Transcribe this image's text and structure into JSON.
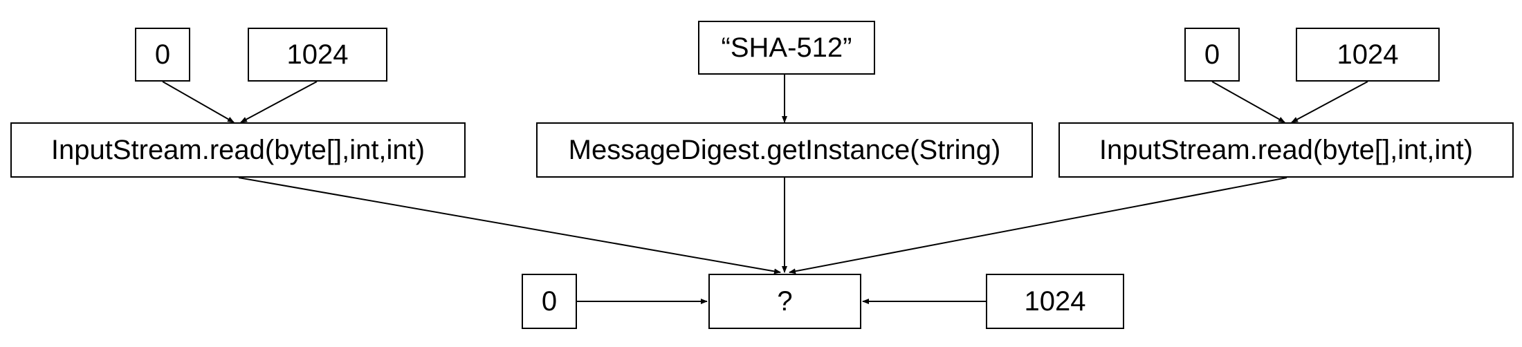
{
  "nodes": {
    "left_arg0": "0",
    "left_arg1": "1024",
    "left_read": "InputStream.read(byte[],int,int)",
    "algorithm_literal": "“SHA-512”",
    "get_instance": "MessageDigest.getInstance(String)",
    "right_arg0": "0",
    "right_arg1": "1024",
    "right_read": "InputStream.read(byte[],int,int)",
    "target_arg0": "0",
    "target": "?",
    "target_arg1": "1024"
  },
  "colors": {
    "stroke": "#000000",
    "fill": "#ffffff"
  }
}
